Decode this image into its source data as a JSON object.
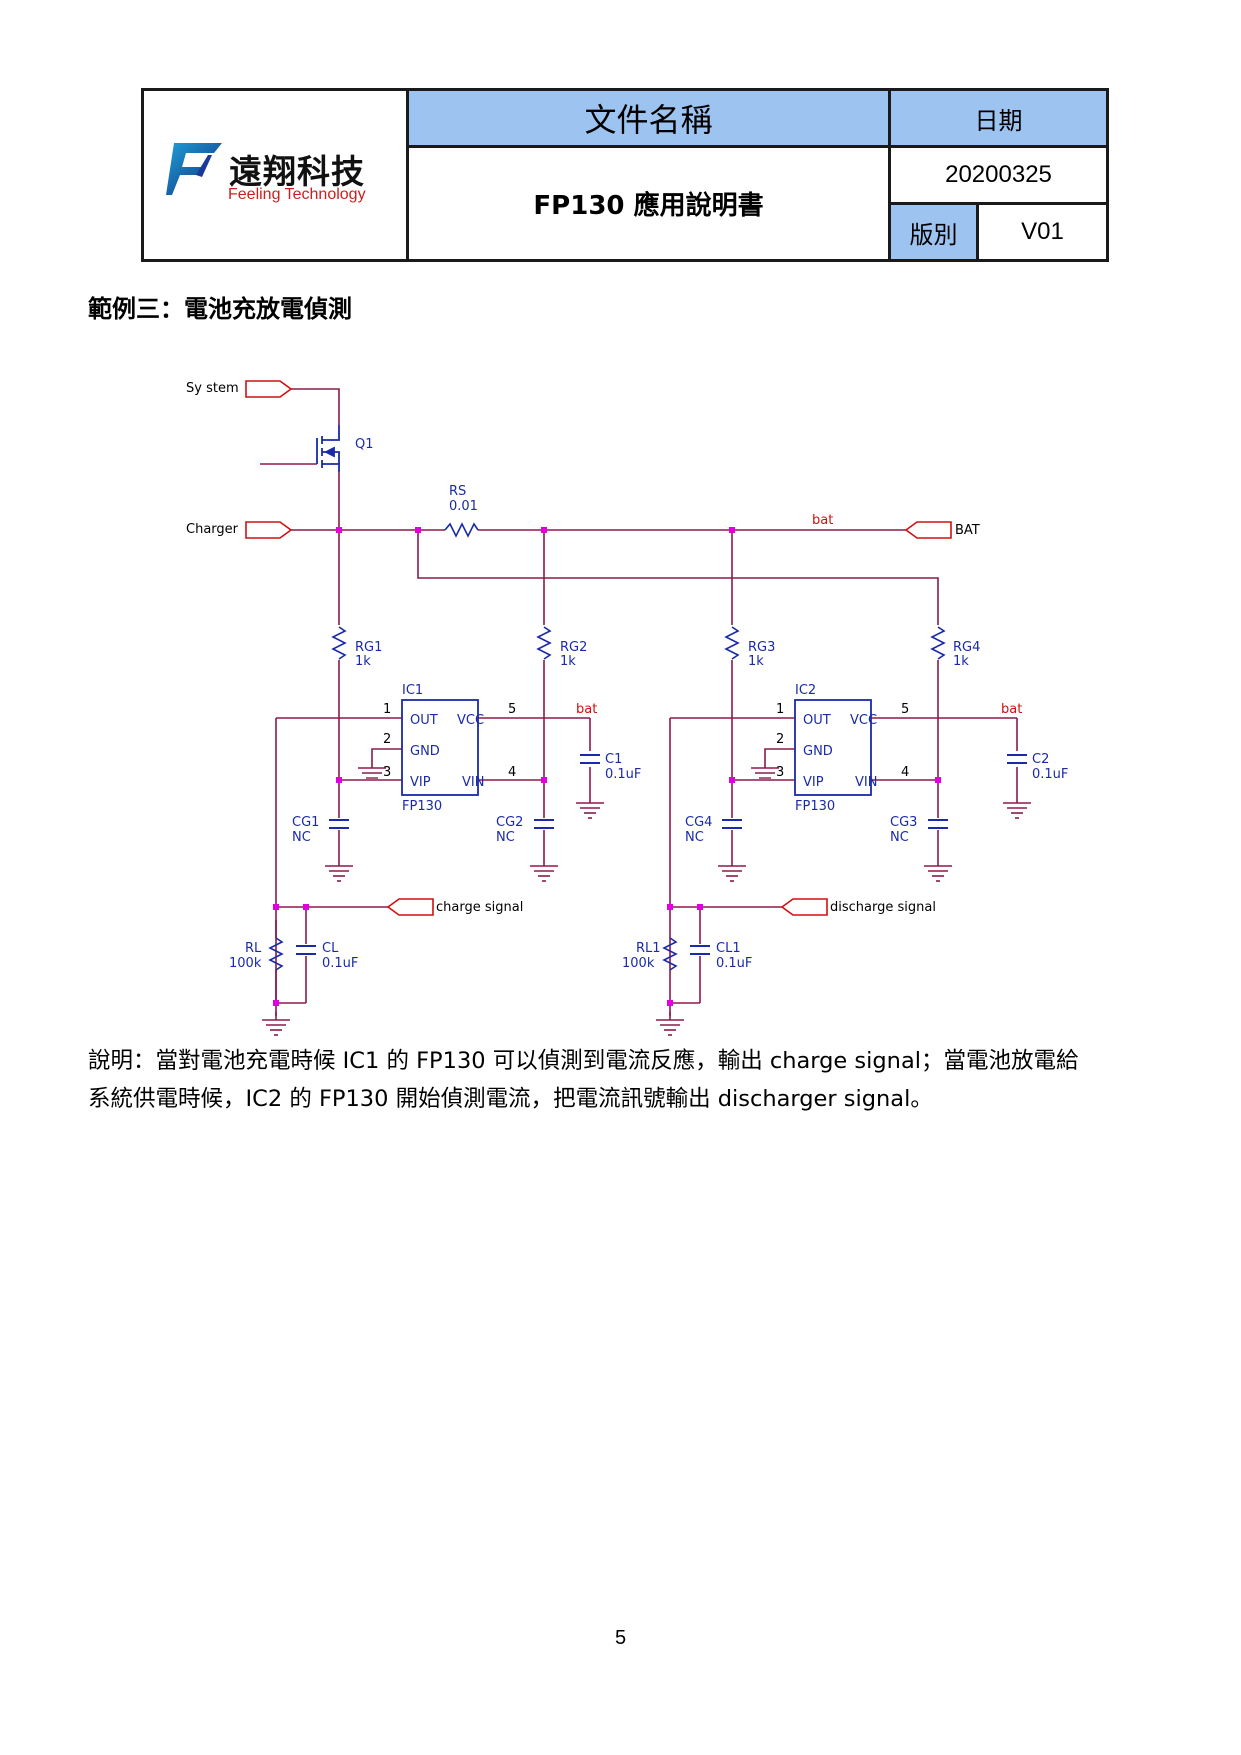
{
  "header": {
    "company_cn": "遠翔科技",
    "company_en": "Feeling Technology",
    "doc_name_label": "文件名稱",
    "doc_title": "FP130 應用說明書",
    "date_label": "日期",
    "date": "20200325",
    "version_label": "版別",
    "version": "V01"
  },
  "section_title": "範例三：電池充放電偵測",
  "schematic": {
    "port_system": "Sy stem",
    "port_charger": "Charger",
    "port_bat": "BAT",
    "q1": "Q1",
    "rs_name": "RS",
    "rs_value": "0.01",
    "net_bat": "bat",
    "rg1_name": "RG1",
    "rg1_value": "1k",
    "rg2_name": "RG2",
    "rg2_value": "1k",
    "rg3_name": "RG3",
    "rg3_value": "1k",
    "rg4_name": "RG4",
    "rg4_value": "1k",
    "ic1_name": "IC1",
    "ic2_name": "IC2",
    "ic_part": "FP130",
    "pin_out": "OUT",
    "pin_vcc": "VCC",
    "pin_gnd": "GND",
    "pin_vip": "VIP",
    "pin_vin": "VIN",
    "pin1": "1",
    "pin2": "2",
    "pin3": "3",
    "pin4": "4",
    "pin5": "5",
    "c1_name": "C1",
    "c1_value": "0.1uF",
    "c2_name": "C2",
    "c2_value": "0.1uF",
    "cg1_name": "CG1",
    "cg1_value": "NC",
    "cg2_name": "CG2",
    "cg2_value": "NC",
    "cg3_name": "CG3",
    "cg3_value": "NC",
    "cg4_name": "CG4",
    "cg4_value": "NC",
    "charge_signal": "charge signal",
    "discharge_signal": "discharge signal",
    "rl_name": "RL",
    "rl_value": "100k",
    "rl1_name": "RL1",
    "rl1_value": "100k",
    "cl_name": "CL",
    "cl_value": "0.1uF",
    "cl1_name": "CL1",
    "cl1_value": "0.1uF"
  },
  "description": {
    "line1": "說明：當對電池充電時候 IC1 的 FP130 可以偵測到電流反應，輸出 charge signal；當電池放電給",
    "line2": "系統供電時候，IC2 的 FP130 開始偵測電流，把電流訊號輸出 discharger signal。"
  },
  "page_number": "5",
  "colors": {
    "wire": "#8b1a4a",
    "component": "#1a2aa8",
    "port": "#d01010",
    "junction": "#e000e0",
    "header_fill": "#9dc3f0"
  }
}
